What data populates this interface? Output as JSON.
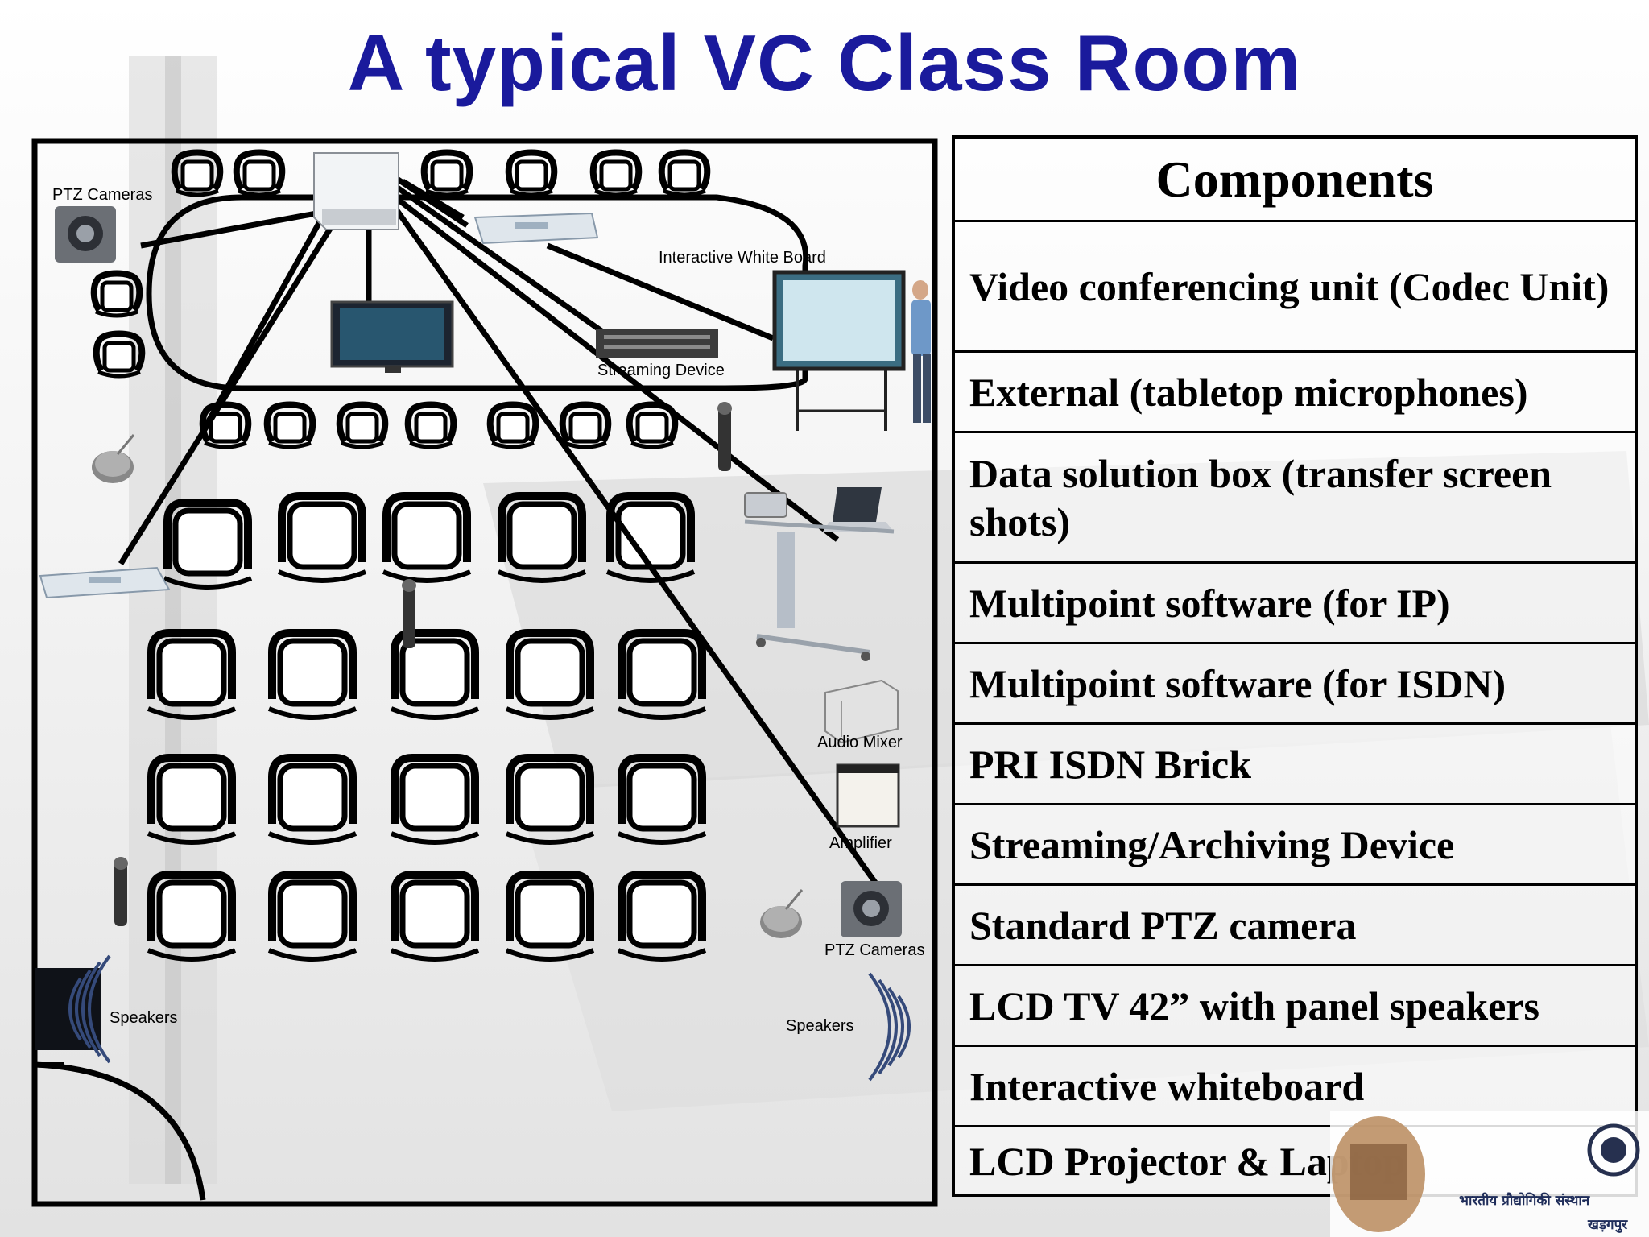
{
  "title": "A typical VC Class Room",
  "diagram": {
    "labels": {
      "ptz_cameras_top": "PTZ Cameras",
      "interactive_white_board": "Interactive White Board",
      "streaming_device": "Streaming Device",
      "audio_mixer": "Audio Mixer",
      "amplifier": "Amplifier",
      "ptz_cameras_bottom": "PTZ Cameras",
      "speakers_left": "Speakers",
      "speakers_right": "Speakers"
    }
  },
  "components": {
    "header": "Components",
    "items": [
      "Video conferencing unit (Codec Unit)",
      "External (tabletop microphones)",
      "Data solution box (transfer screen shots)",
      "Multipoint software (for IP)",
      "Multipoint software (for ISDN)",
      "PRI ISDN Brick",
      "Streaming/Archiving Device",
      "Standard PTZ camera",
      "LCD TV 42” with panel speakers",
      "Interactive whiteboard",
      "LCD Projector & Laptop"
    ]
  },
  "logo": {
    "text_line1": "भारतीय प्रौद्योगिकी संस्थान",
    "text_line2": "खड़गपुर"
  },
  "colors": {
    "title": "#1a1a9c",
    "line": "#000000"
  }
}
